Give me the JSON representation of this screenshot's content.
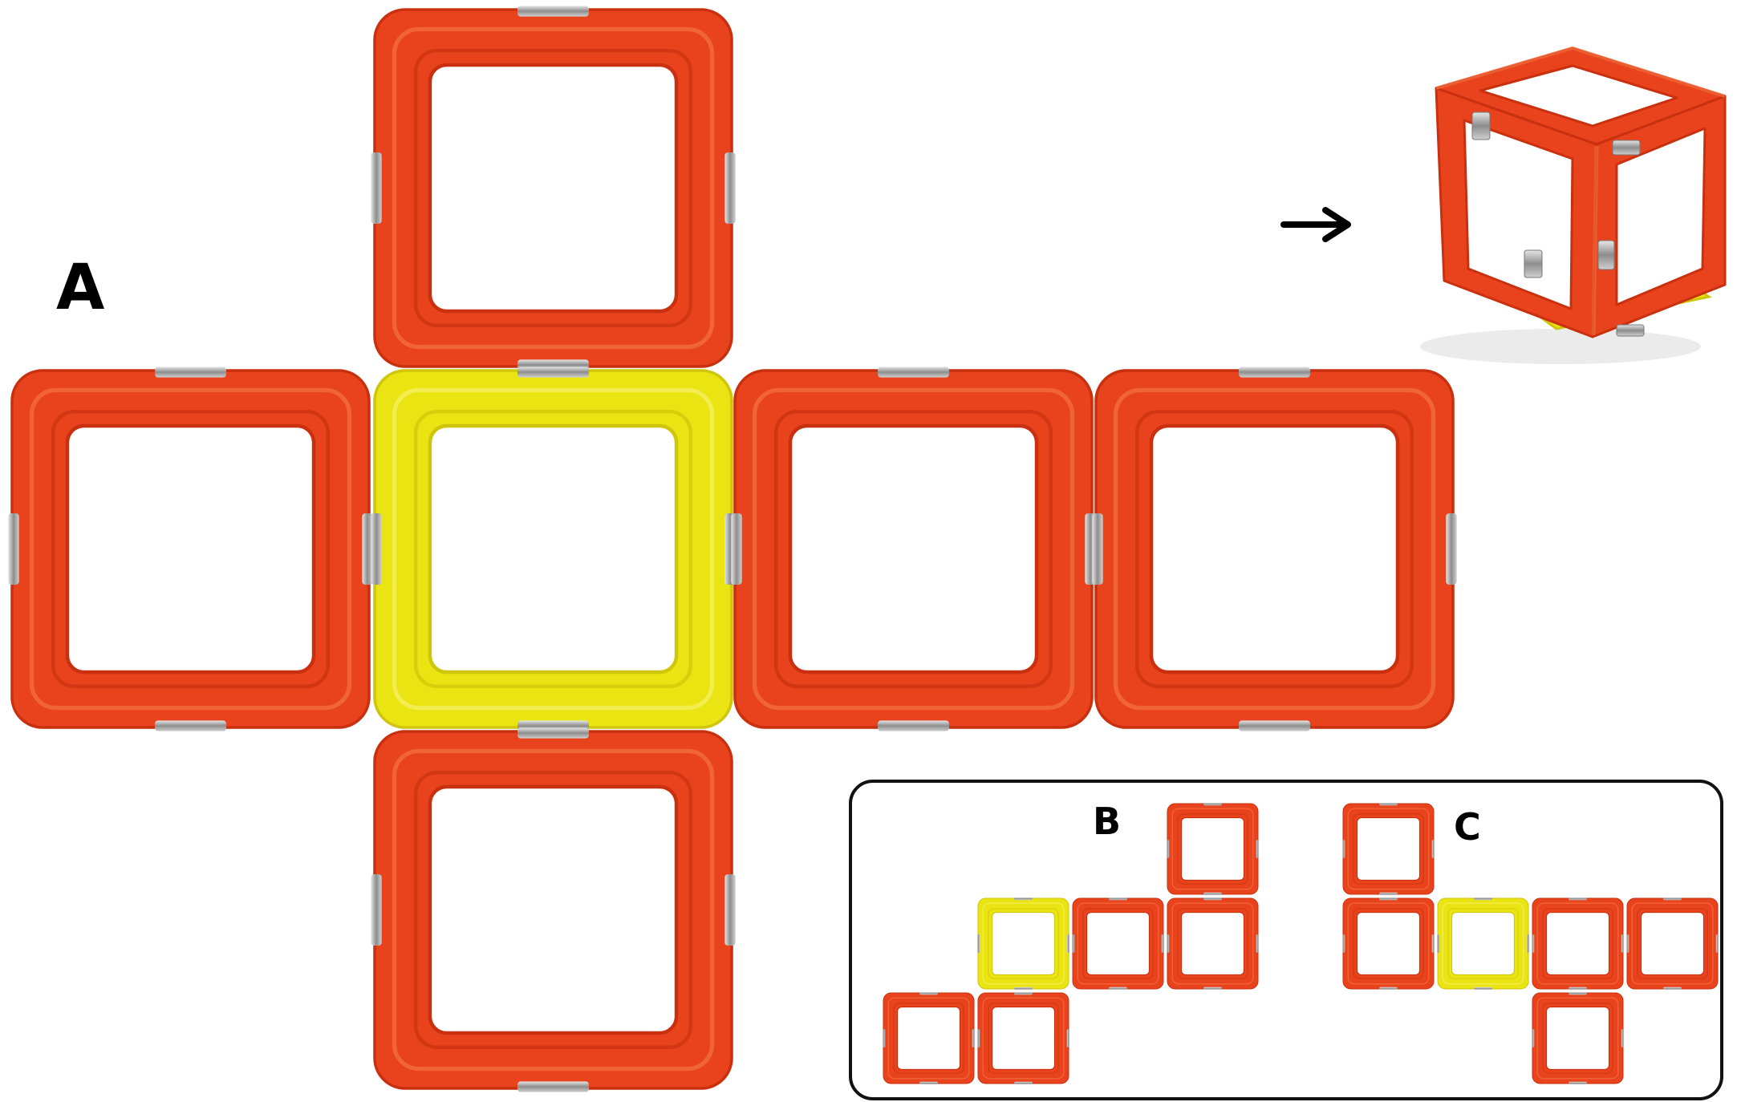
{
  "labels": {
    "a": "A",
    "b": "B",
    "c": "C"
  },
  "colors": {
    "red_piece": "#e8431c",
    "red_piece_dark": "#c9300f",
    "red_piece_light": "#f26a3c",
    "yellow_piece": "#e9e412",
    "yellow_piece_dark": "#cfc50a",
    "yellow_piece_light": "#f4ef5a",
    "clip_metal": "#9a9a9a",
    "ink": "#000000"
  },
  "arrow_icon": "right-arrow-icon",
  "nets": {
    "a": {
      "piece_count": 6,
      "yellow_count": 1,
      "red_count": 5
    },
    "b": {
      "piece_count": 6,
      "yellow_count": 1,
      "red_count": 5
    },
    "c": {
      "piece_count": 6,
      "yellow_count": 1,
      "red_count": 5
    }
  },
  "assembled_cube": {
    "depicts": "cube-assembled-from-net-a"
  }
}
